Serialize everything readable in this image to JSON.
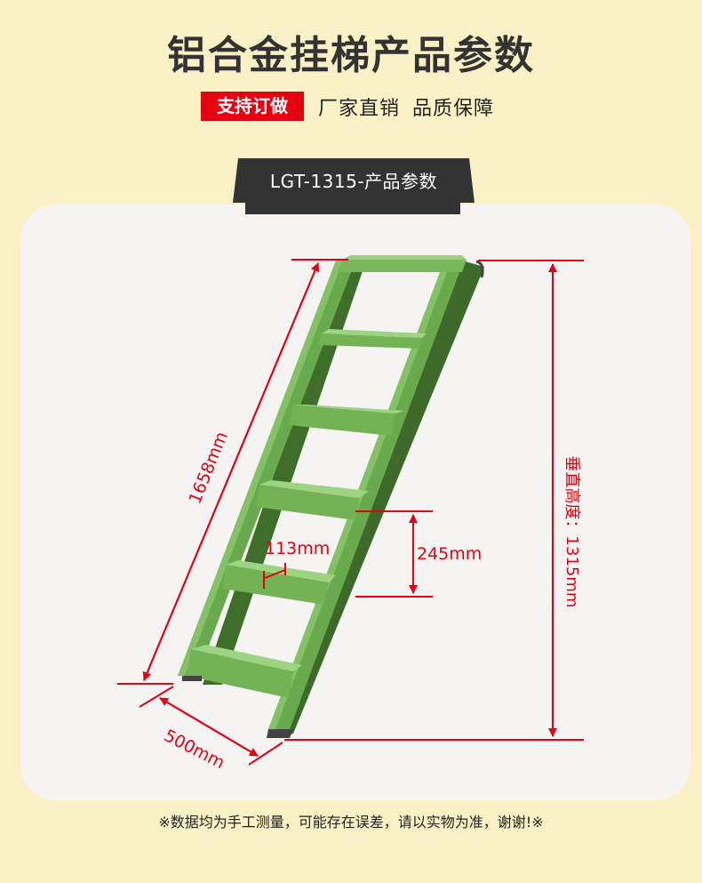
{
  "header": {
    "title": "铝合金挂梯产品参数",
    "badge": "支持订做",
    "tagline_1": "厂家直销",
    "tagline_2": "品质保障"
  },
  "product": {
    "banner_label": "LGT-1315-产品参数",
    "model": "LGT-1315"
  },
  "dimensions": {
    "slant_length": "1658mm",
    "vertical_height": "垂直高度：1315mm",
    "step_spacing": "245mm",
    "step_depth": "113mm",
    "width": "500mm"
  },
  "footer": {
    "note": "※数据均为手工测量，可能存在误差，请以实物为准，谢谢!※"
  },
  "colors": {
    "background": "#faf2c6",
    "card": "#f5f4f2",
    "accent_red": "#e60012",
    "banner_dark": "#333333",
    "ladder_green": "#6aaa4e"
  }
}
